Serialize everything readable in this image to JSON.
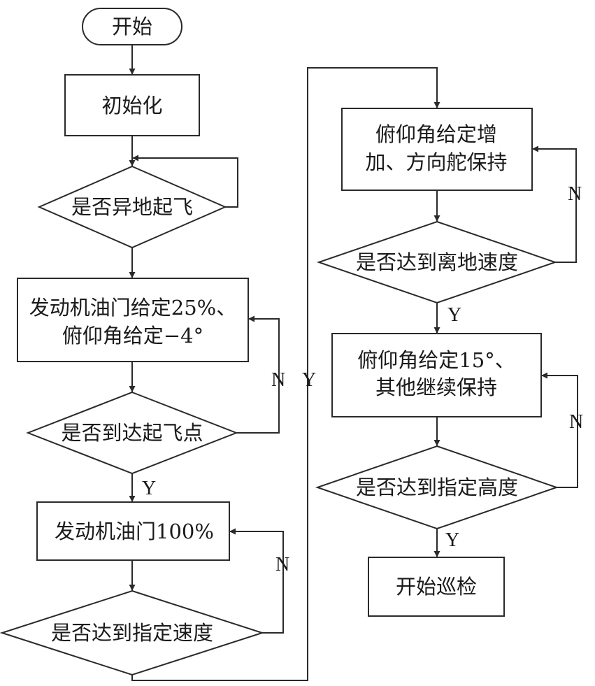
{
  "nodes": {
    "start": "开始",
    "init": "初始化",
    "d_ground": "是否异地起飞",
    "throttle_25_l1": "发动机油门给定25%、",
    "throttle_25_l2": "俯仰角给定−4°",
    "d_takeoff_point": "是否到达起飞点",
    "throttle_100": "发动机油门100%",
    "d_speed": "是否达到指定速度",
    "pitch_inc_l1": "俯仰角给定增",
    "pitch_inc_l2": "加、方向舵保持",
    "d_liftoff": "是否达到离地速度",
    "pitch_15_l1": "俯仰角给定15°、",
    "pitch_15_l2": "其他继续保持",
    "d_height": "是否达到指定高度",
    "patrol": "开始巡检"
  },
  "edge_labels": {
    "takeoff_no": "N",
    "takeoff_yes": "Y",
    "speed_no": "N",
    "speed_yes": "Y",
    "liftoff_no": "N",
    "liftoff_yes": "Y",
    "height_no": "N",
    "height_yes": "Y"
  },
  "colors": {
    "stroke": "#2a2a2a",
    "fill": "#ffffff",
    "text": "#1a1a1a"
  }
}
